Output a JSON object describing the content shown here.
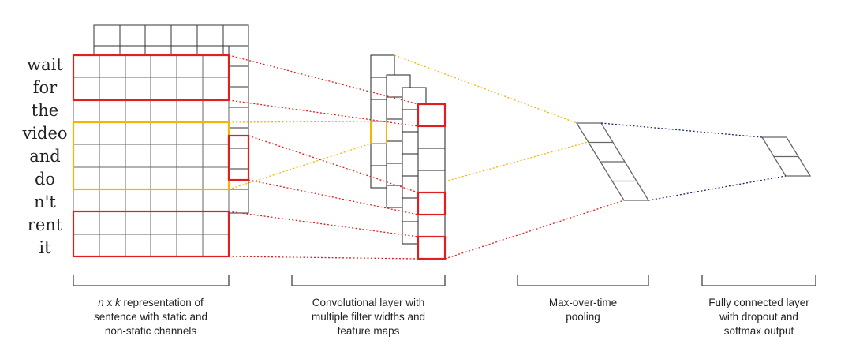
{
  "words": [
    "wait",
    "for",
    "the",
    "video",
    "and",
    "do",
    "n't",
    "rent",
    "it"
  ],
  "captions": {
    "input": {
      "line1_italic_n": "n",
      "line1_x": " x ",
      "line1_italic_k": "k",
      "line1_rest": " representation of",
      "line2": "sentence with static and",
      "line3": "non-static channels"
    },
    "conv": {
      "line1": "Convolutional layer with",
      "line2": "multiple filter widths and",
      "line3": "feature maps"
    },
    "pool": {
      "line1": "Max-over-time",
      "line2": "pooling"
    },
    "fc": {
      "line1": "Fully connected layer",
      "line2": "with dropout and",
      "line3": "softmax output"
    }
  },
  "colors": {
    "grid": "#555555",
    "red": "#e02020",
    "orange": "#f4b400",
    "navy": "#1a2a6c"
  }
}
